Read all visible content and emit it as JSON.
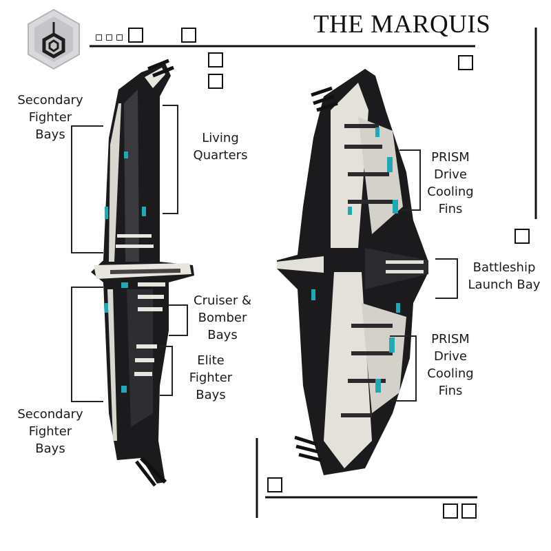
{
  "title": "THE MARQUIS",
  "logo": {
    "icon": "hexagon-emblem-icon",
    "color": "#2b2b2b"
  },
  "labels": {
    "secondary_fighter_bays_top": [
      "Secondary",
      "Fighter",
      "Bays"
    ],
    "living_quarters": [
      "Living",
      "Quarters"
    ],
    "cruiser_bomber_bays": [
      "Cruiser &",
      "Bomber",
      "Bays"
    ],
    "elite_fighter_bays": [
      "Elite",
      "Fighter",
      "Bays"
    ],
    "secondary_fighter_bays_bottom": [
      "Secondary",
      "Fighter",
      "Bays"
    ],
    "prism_cooling_top": [
      "PRISM",
      "Drive",
      "Cooling",
      "Fins"
    ],
    "battleship_launch_bay": [
      "Battleship",
      "Launch Bay"
    ],
    "prism_cooling_bottom": [
      "PRISM",
      "Drive",
      "Cooling",
      "Fins"
    ]
  },
  "colors": {
    "hull_dark": "#1b1b1d",
    "hull_light": "#e8e6df",
    "accent_teal": "#21a8b5",
    "line": "#111111"
  }
}
